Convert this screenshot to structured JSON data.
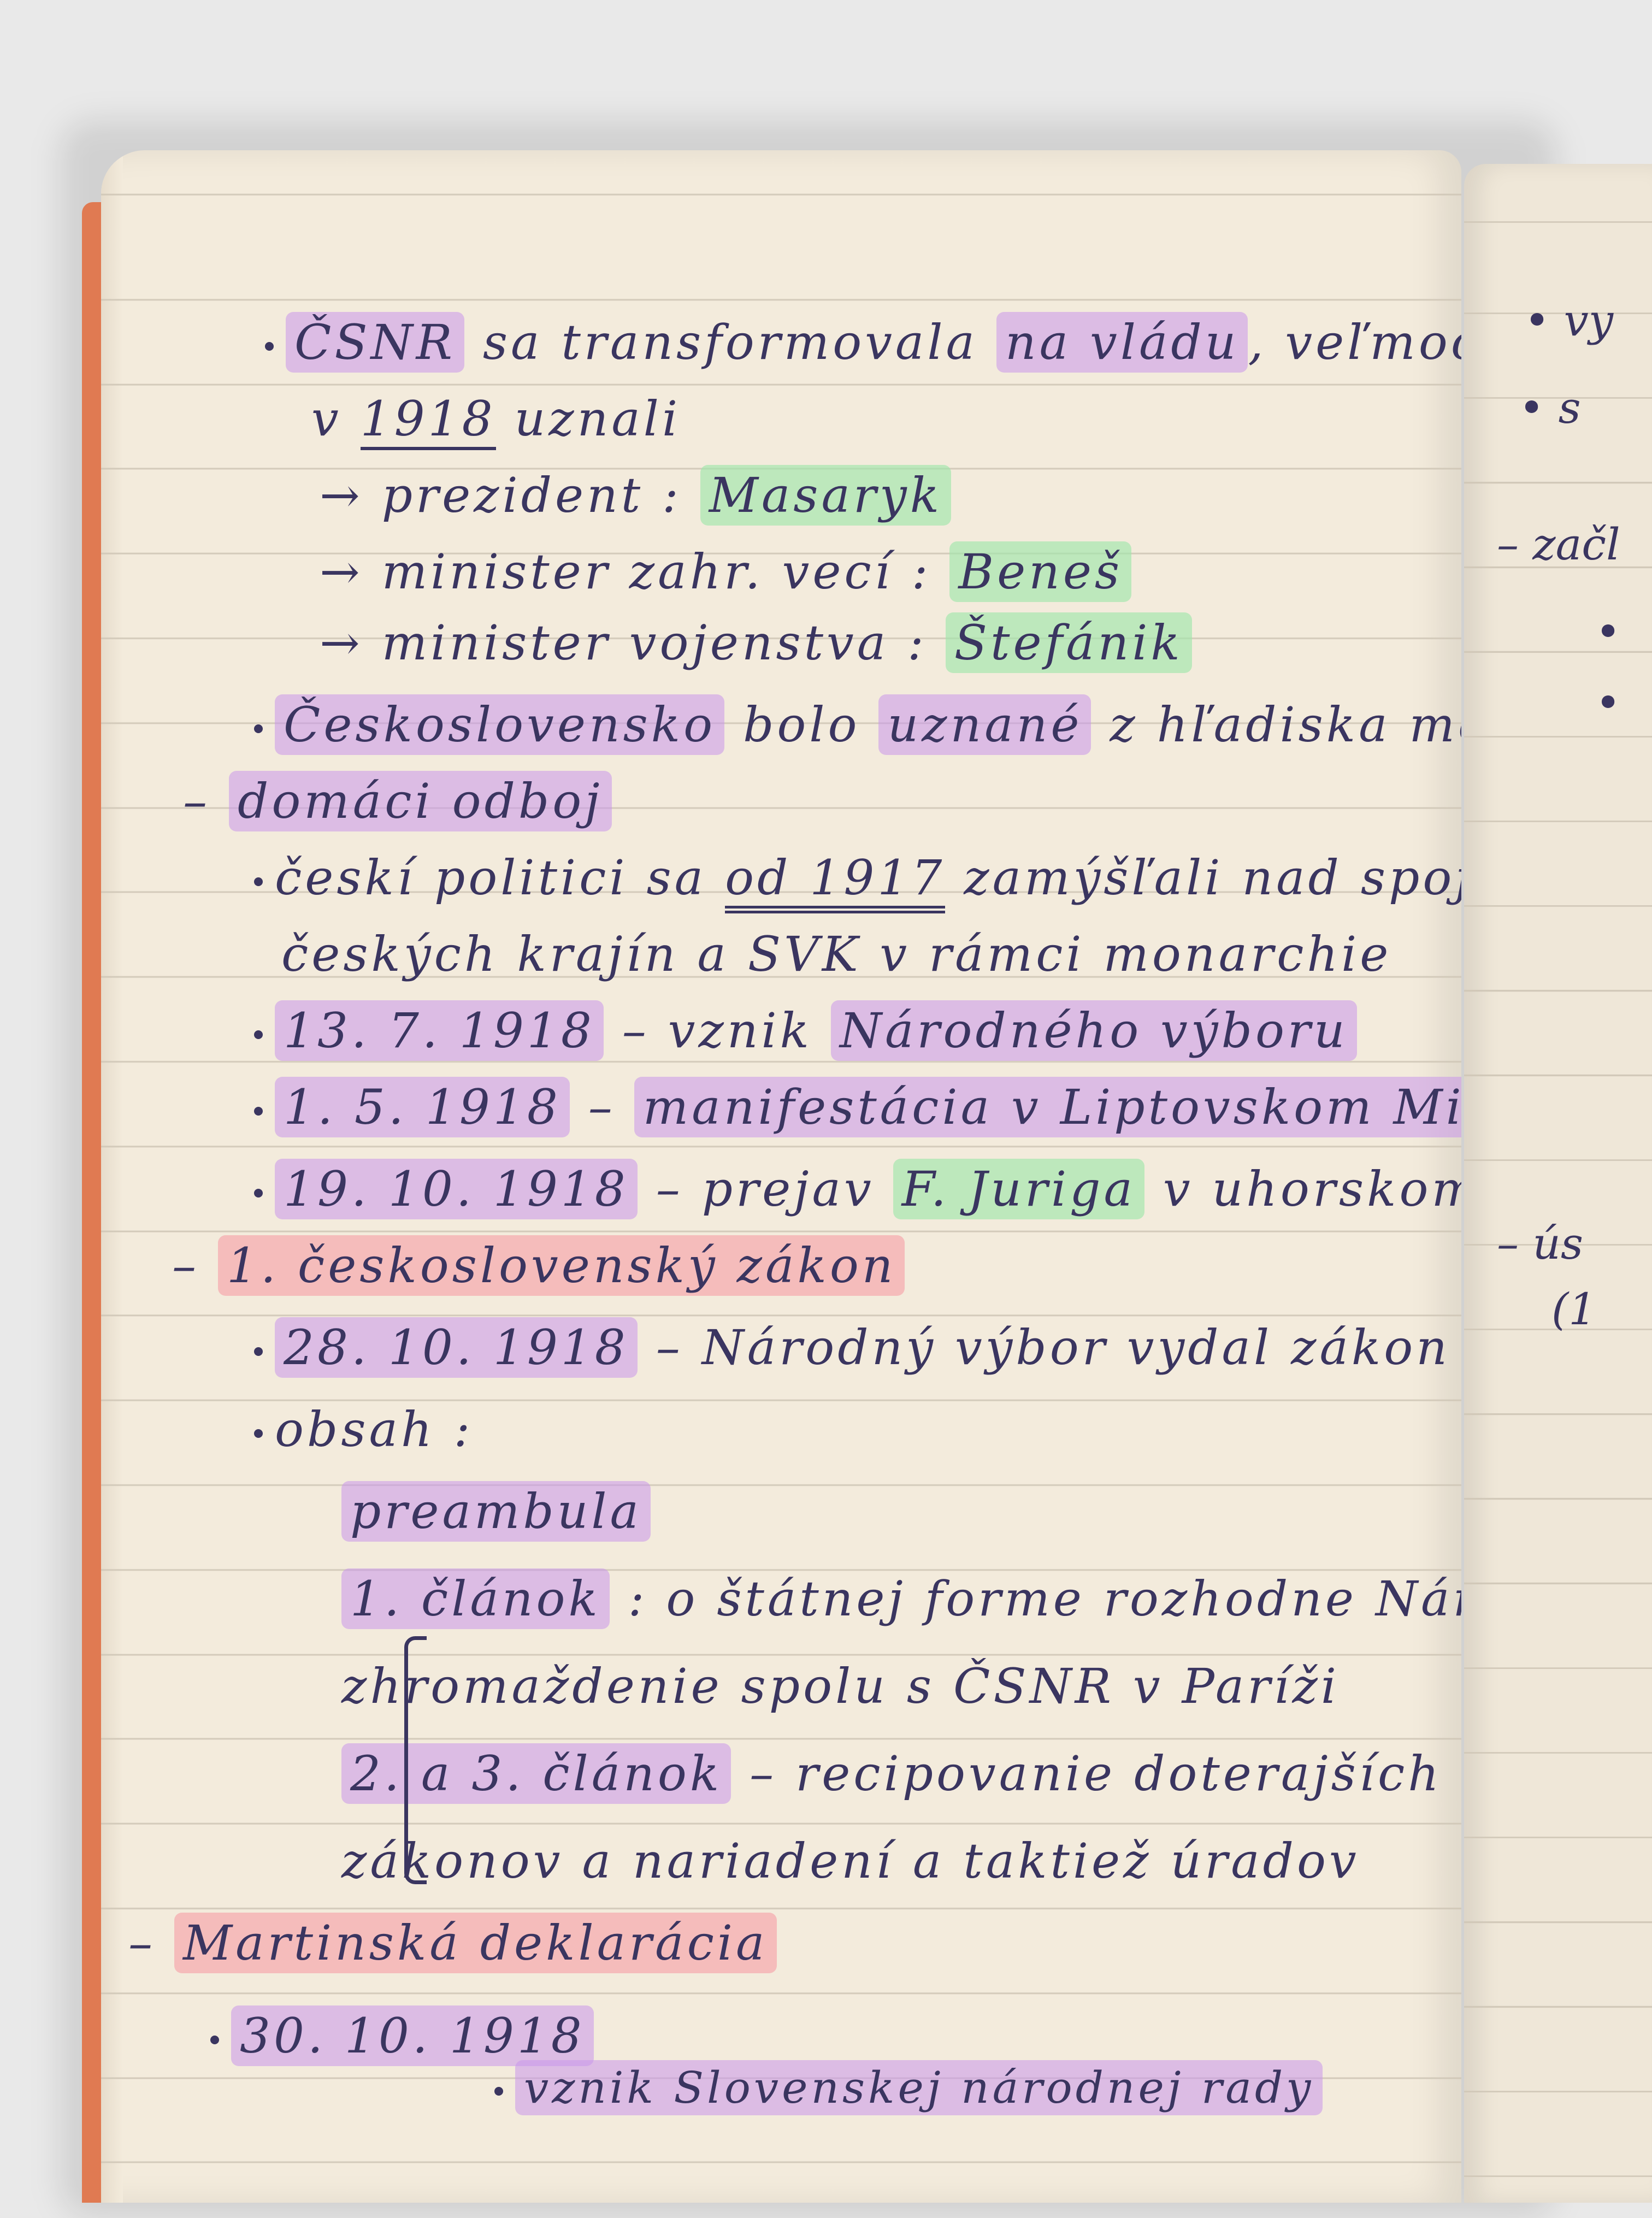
{
  "notebook": {
    "lines": [
      {
        "bullet": "•",
        "parts": [
          {
            "t": "ČSNR",
            "hl": "purple"
          },
          {
            "t": " sa transformovala "
          },
          {
            "t": "na vládu",
            "hl": "purple"
          },
          {
            "t": ", veľmoci ju"
          }
        ]
      },
      {
        "parts": [
          {
            "t": "v "
          },
          {
            "t": "1918",
            "u": "single"
          },
          {
            "t": " uznali"
          }
        ]
      },
      {
        "parts": [
          {
            "t": "→ prezident : "
          },
          {
            "t": "Masaryk",
            "hl": "green"
          }
        ]
      },
      {
        "parts": [
          {
            "t": "→ minister zahr. vecí : "
          },
          {
            "t": "Beneš",
            "hl": "green"
          }
        ]
      },
      {
        "parts": [
          {
            "t": "→ minister vojenstva : "
          },
          {
            "t": "Štefánik",
            "hl": "green"
          }
        ]
      },
      {
        "bullet": "•",
        "parts": [
          {
            "t": "Československo",
            "hl": "purple"
          },
          {
            "t": " bolo "
          },
          {
            "t": "uznané",
            "hl": "purple"
          },
          {
            "t": " z hľadiska medzinár. práva"
          }
        ]
      },
      {
        "parts": [
          {
            "t": "– "
          },
          {
            "t": "domáci odboj",
            "hl": "purple"
          }
        ]
      },
      {
        "bullet": "•",
        "parts": [
          {
            "t": "českí politici sa "
          },
          {
            "t": "od 1917",
            "u": "double"
          },
          {
            "t": " zamýšľali nad spojením"
          }
        ]
      },
      {
        "parts": [
          {
            "t": "českých krajín a SVK v rámci monarchie"
          }
        ]
      },
      {
        "bullet": "•",
        "parts": [
          {
            "t": "13. 7. 1918",
            "hl": "purple"
          },
          {
            "t": " – vznik "
          },
          {
            "t": "Národného výboru",
            "hl": "purple"
          }
        ]
      },
      {
        "bullet": "•",
        "parts": [
          {
            "t": "1. 5. 1918",
            "hl": "purple"
          },
          {
            "t": " – "
          },
          {
            "t": "manifestácia v Liptovskom Mikuláši",
            "hl": "purple"
          }
        ]
      },
      {
        "bullet": "•",
        "parts": [
          {
            "t": "19. 10. 1918",
            "hl": "purple"
          },
          {
            "t": " – prejav "
          },
          {
            "t": "F. Juriga",
            "hl": "green"
          },
          {
            "t": " v uhorskom sneme"
          }
        ]
      },
      {
        "parts": [
          {
            "t": "– "
          },
          {
            "t": "1. československý zákon",
            "hl": "pink"
          }
        ]
      },
      {
        "bullet": "•",
        "parts": [
          {
            "t": "28. 10. 1918",
            "hl": "purple"
          },
          {
            "t": " – Národný výbor vydal zákon"
          }
        ]
      },
      {
        "bullet": "•",
        "parts": [
          {
            "t": "obsah :"
          }
        ]
      },
      {
        "parts": [
          {
            "t": "preambula",
            "hl": "purple"
          }
        ]
      },
      {
        "parts": [
          {
            "t": "1. článok",
            "hl": "purple"
          },
          {
            "t": " : o štátnej forme rozhodne Národné"
          }
        ]
      },
      {
        "parts": [
          {
            "t": "zhromaždenie spolu s ČSNR v Paríži"
          }
        ]
      },
      {
        "parts": [
          {
            "t": "2. a 3. článok",
            "hl": "purple"
          },
          {
            "t": " – recipovanie doterajších"
          }
        ]
      },
      {
        "parts": [
          {
            "t": "zákonov a nariadení a taktiež úradov"
          }
        ]
      },
      {
        "parts": [
          {
            "t": "– "
          },
          {
            "t": "Martinská deklarácia",
            "hl": "pink"
          }
        ]
      },
      {
        "bullet": "•",
        "parts": [
          {
            "t": "30. 10. 1918",
            "hl": "purple"
          }
        ]
      },
      {
        "bullet": "•",
        "parts": [
          {
            "t": "vznik Slovenskej národnej rady",
            "hl": "purple"
          }
        ]
      }
    ],
    "right_page_fragments": [
      "• vy",
      "• s",
      "– začl",
      "•",
      "•",
      "– ús",
      "(1"
    ]
  },
  "colors": {
    "ink": "#3a3560",
    "highlight_purple": "#c896eb",
    "highlight_green": "#a0e6aa",
    "highlight_pink": "#f596a0",
    "cover": "#e07a52",
    "paper": "#f3ebdc"
  }
}
